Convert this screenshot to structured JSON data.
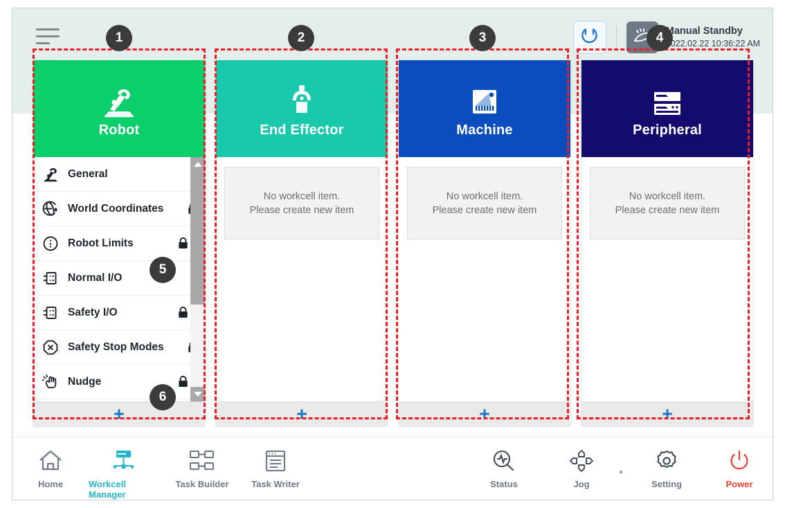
{
  "header": {
    "menu_icon": "hamburger-menu-icon",
    "reboot_icon": "reboot-icon",
    "mode_icon": "manual-hand-icon",
    "status_title": "Manual Standby",
    "status_datetime": "2022.02.22 10:36:22 AM"
  },
  "columns": [
    {
      "title": "Robot",
      "icon": "robot-arm-icon",
      "color": "#0ACF6A",
      "type": "menu",
      "add_label": "+",
      "menu": [
        {
          "label": "General",
          "icon": "robot-arm-icon",
          "locked": false
        },
        {
          "label": "World Coordinates",
          "icon": "globe-coordinates-icon",
          "locked": true
        },
        {
          "label": "Robot Limits",
          "icon": "limits-icon",
          "locked": true
        },
        {
          "label": "Normal I/O",
          "icon": "io-icon",
          "locked": false
        },
        {
          "label": "Safety I/O",
          "icon": "io-icon",
          "locked": true
        },
        {
          "label": "Safety Stop Modes",
          "icon": "stop-sign-icon",
          "locked": true
        },
        {
          "label": "Nudge",
          "icon": "hand-nudge-icon",
          "locked": true
        }
      ]
    },
    {
      "title": "End Effector",
      "icon": "gripper-icon",
      "color": "#19C9AC",
      "type": "empty",
      "add_label": "+",
      "empty_line1": "No workcell item.",
      "empty_line2": "Please create new item"
    },
    {
      "title": "Machine",
      "icon": "machine-icon",
      "color": "#0B4CBF",
      "type": "empty",
      "add_label": "+",
      "empty_line1": "No workcell item.",
      "empty_line2": "Please create new item"
    },
    {
      "title": "Peripheral",
      "icon": "peripheral-rack-icon",
      "color": "#130B6E",
      "type": "empty",
      "add_label": "+",
      "empty_line1": "No workcell item.",
      "empty_line2": "Please create new item"
    }
  ],
  "bottom_nav": [
    {
      "label": "Home",
      "icon": "home-icon",
      "active": false
    },
    {
      "label": "Workcell Manager",
      "icon": "workcell-manager-icon",
      "active": true
    },
    {
      "label": "Task Builder",
      "icon": "task-builder-icon",
      "active": false
    },
    {
      "label": "Task Writer",
      "icon": "task-writer-icon",
      "active": false
    },
    {
      "label": "Status",
      "icon": "status-magnifier-icon",
      "active": false
    },
    {
      "label": "Jog",
      "icon": "jog-dpad-icon",
      "active": false
    },
    {
      "label": "Setting",
      "icon": "gear-icon",
      "active": false
    },
    {
      "label": "Power",
      "icon": "power-icon",
      "active": false
    }
  ],
  "annotations": [
    {
      "number": "1",
      "target": "robot-column"
    },
    {
      "number": "2",
      "target": "end-effector-column"
    },
    {
      "number": "3",
      "target": "machine-column"
    },
    {
      "number": "4",
      "target": "status-area"
    },
    {
      "number": "5",
      "target": "robot-menu-list"
    },
    {
      "number": "6",
      "target": "robot-add-bar"
    }
  ],
  "colors": {
    "annotation": "#EE1C25",
    "badge": "#3B3B3B",
    "accent_blue": "#1877C9",
    "nav_active": "#23B7C9",
    "power_red": "#EF4136"
  }
}
